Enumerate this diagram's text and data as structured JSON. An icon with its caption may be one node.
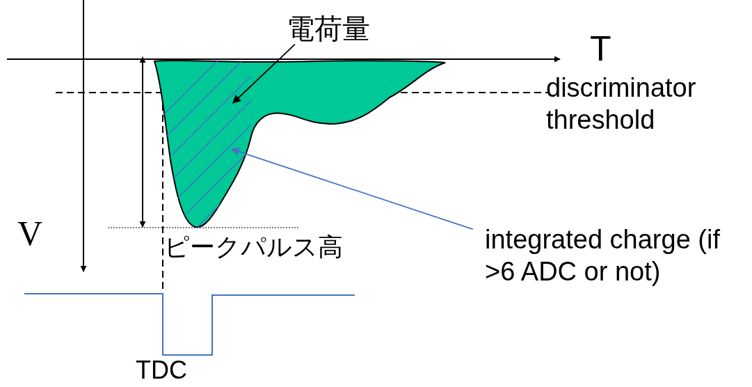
{
  "diagram": {
    "nodes": [
      {
        "text": [
          "電荷量"
        ]
      },
      {
        "text": [],
        "shape": "picture"
      },
      {
        "text": [
          "integrated charge (if >6 ADC or not)"
        ]
      }
    ],
    "edges": [
      {
        "from": 0,
        "to": 1,
        "arrow": "to"
      },
      {
        "from": 2,
        "to": 1,
        "arrow": "to",
        "color": "#4472c4"
      }
    ],
    "labels": [
      "T",
      "discriminator threshold",
      "V",
      "ピークパルス高",
      "TDC"
    ]
  }
}
